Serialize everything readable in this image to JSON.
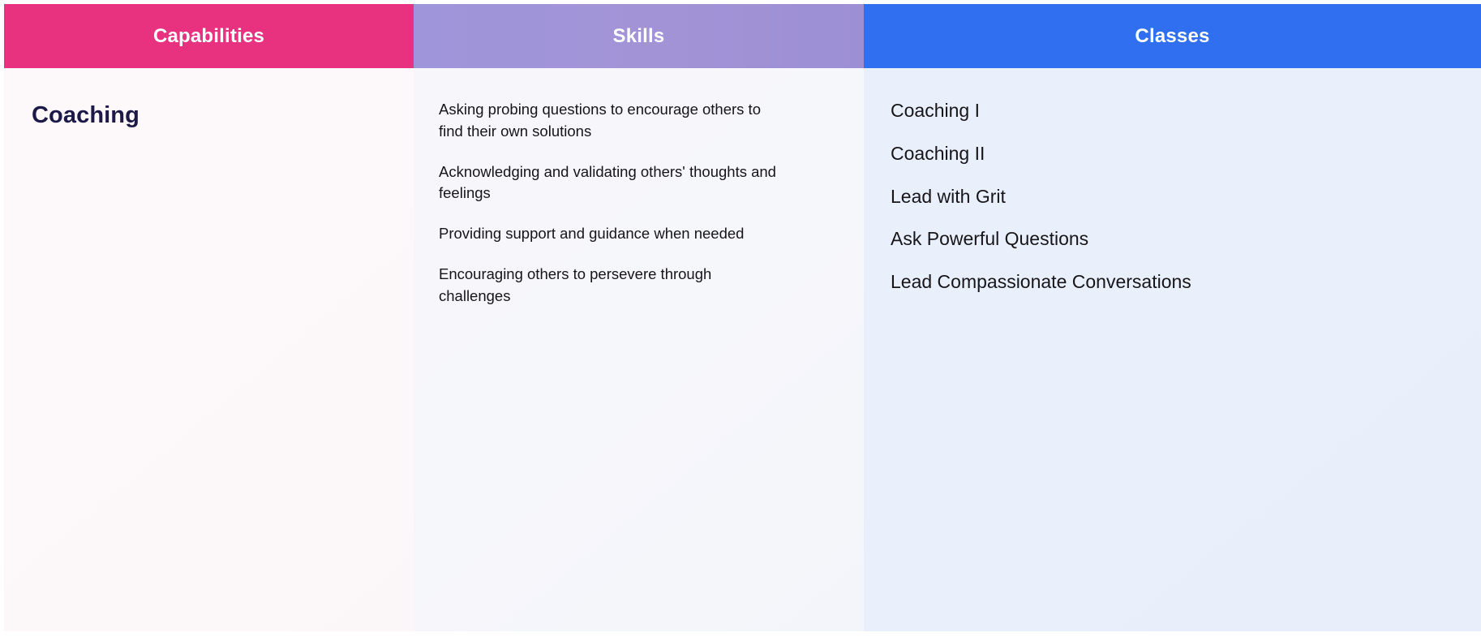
{
  "headers": [
    {
      "label": "Capabilities",
      "color": "#e8317f"
    },
    {
      "label": "Skills",
      "color": "#a293d6"
    },
    {
      "label": "Classes",
      "color": "#2f6ff0"
    }
  ],
  "arrows": [
    {
      "name": "arrow-capabilities-to-skills"
    },
    {
      "name": "arrow-skills-to-classes"
    }
  ],
  "capability": {
    "title": "Coaching"
  },
  "skills": [
    "Asking probing questions to encourage others to find their own solutions",
    "Acknowledging and validating others' thoughts and feelings",
    "Providing support and guidance when needed",
    "Encouraging others to persevere through challenges"
  ],
  "classes": [
    "Coaching I",
    "Coaching II",
    "Lead with Grit",
    "Ask Powerful Questions",
    "Lead Compassionate Conversations"
  ],
  "colors": {
    "capabilities_header": "#e8317f",
    "skills_header": "#a293d6",
    "classes_header": "#2f6ff0",
    "capabilities_body": "#fdf8fa",
    "skills_body": "#f6f6fb",
    "classes_body": "#e9effb",
    "title_text": "#1e1a47",
    "body_text": "#16161a",
    "header_text": "#ffffff"
  }
}
